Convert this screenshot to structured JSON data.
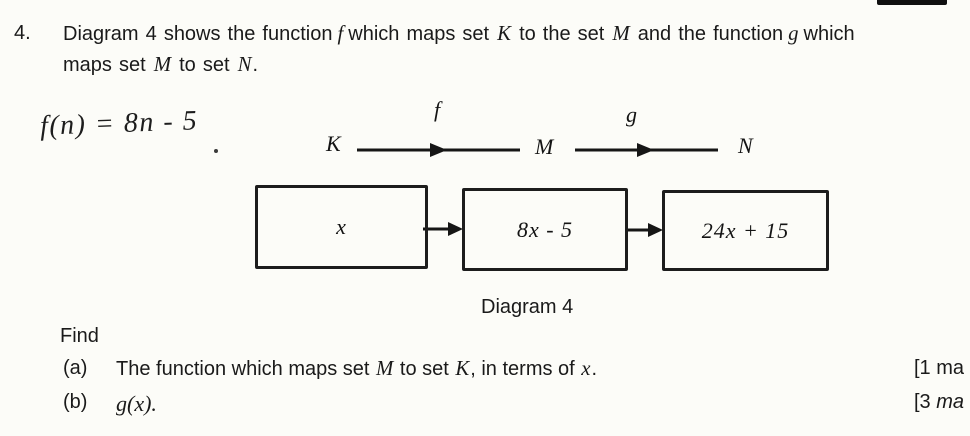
{
  "colors": {
    "paper": "#fcfcf8",
    "ink": "#1a1a1a"
  },
  "question": {
    "number": "4.",
    "l1s1": "Diagram 4 shows the function",
    "l1f": "f",
    "l1s2": "which maps set ",
    "l1k": "K",
    "l1s3": " to the set ",
    "l1m": "M",
    "l1s4": " and the function",
    "l1g": "g",
    "l1s5": "which",
    "l2s1": "maps set ",
    "l2m": "M",
    "l2s2": " to set ",
    "l2n": "N",
    "l2s3": "."
  },
  "handwriting": {
    "text": "f(n) = 8n - 5"
  },
  "mapping": {
    "set_k": "K",
    "func_f": "f",
    "set_m": "M",
    "func_g": "g",
    "set_n": "N"
  },
  "boxes": {
    "input": "x",
    "middle": "8x - 5",
    "output": "24x + 15"
  },
  "caption": "Diagram 4",
  "find_label": "Find",
  "items": {
    "a": {
      "label": "(a)",
      "s1": "The function which maps set ",
      "m": "M",
      "s2": " to set ",
      "k": "K",
      "s3": ", in terms of ",
      "x": "x",
      "s4": ".",
      "marks": "[1 ma"
    },
    "b": {
      "label": "(b)",
      "expr": "g(x).",
      "marks_pre": "[3 ",
      "marks_it": "ma"
    }
  }
}
